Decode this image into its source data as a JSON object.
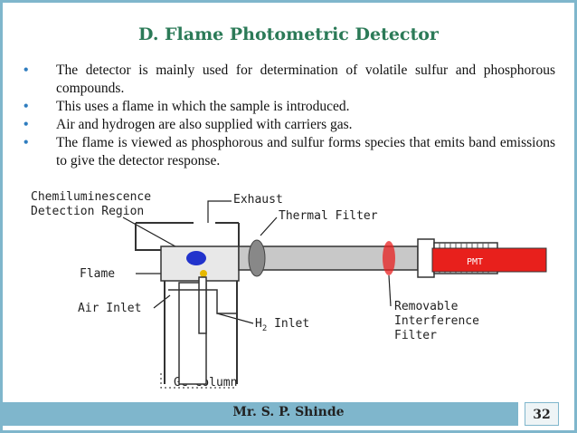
{
  "slide": {
    "title": "D.  Flame Photometric Detector",
    "bullets": [
      "The detector is mainly used for determination of volatile sulfur and phosphorous compounds.",
      "This uses a flame in which the sample is introduced.",
      "Air and hydrogen are also supplied with carriers gas.",
      "The flame is viewed as phosphorous and sulfur forms species that emits band emissions to give the detector response."
    ],
    "bullet_symbol": "•"
  },
  "diagram": {
    "labels": {
      "chemi_line1": "Chemiluminescence",
      "chemi_line2": "Detection Region",
      "exhaust": "Exhaust",
      "thermal_filter": "Thermal Filter",
      "flame": "Flame",
      "air_inlet": "Air Inlet",
      "h2_inlet": "H",
      "h2_sub": "2",
      "h2_rest": " Inlet",
      "pmt": "PMT",
      "removable_1": "Removable",
      "removable_2": "Interference",
      "removable_3": "Filter",
      "gc_column": "GC Column"
    },
    "colors": {
      "pmt": "#e8201c",
      "flame_blob": "#2233cc",
      "flame_tip": "#e6b800",
      "filter_glow": "#e82020",
      "lens": "#888888"
    }
  },
  "footer": {
    "author": "Mr. S. P. Shinde",
    "page_number": "32"
  }
}
